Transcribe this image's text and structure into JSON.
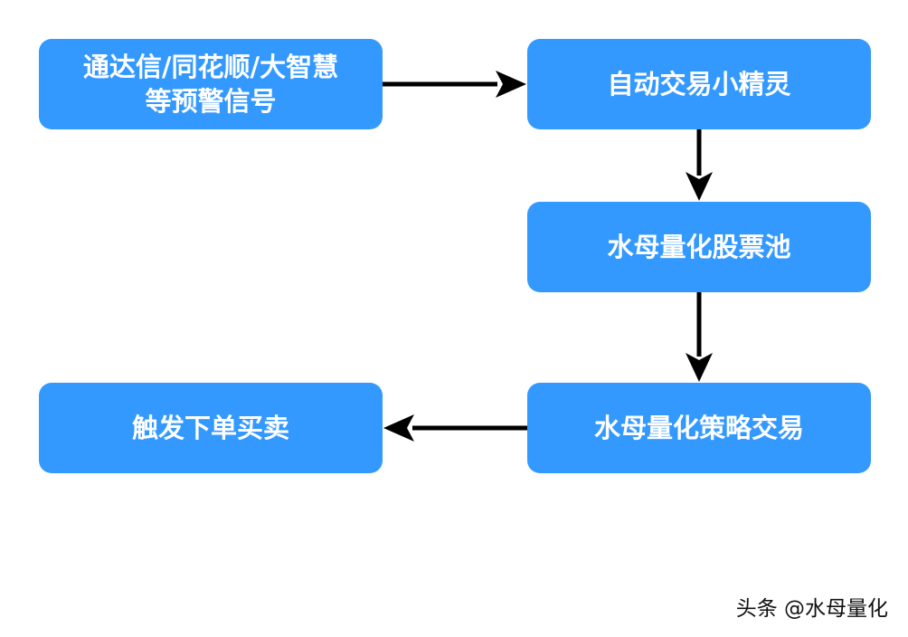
{
  "nodes": {
    "signals": {
      "line1": "通达信/同花顺/大智慧",
      "line2": "等预警信号"
    },
    "sprite": {
      "label": "自动交易小精灵"
    },
    "pool": {
      "label": "水母量化股票池"
    },
    "strategy": {
      "label": "水母量化策略交易"
    },
    "order": {
      "label": "触发下单买卖"
    }
  },
  "watermark": "头条 @水母量化",
  "colors": {
    "node_fill": "#3399ff",
    "node_text": "#ffffff",
    "arrow": "#000000"
  }
}
